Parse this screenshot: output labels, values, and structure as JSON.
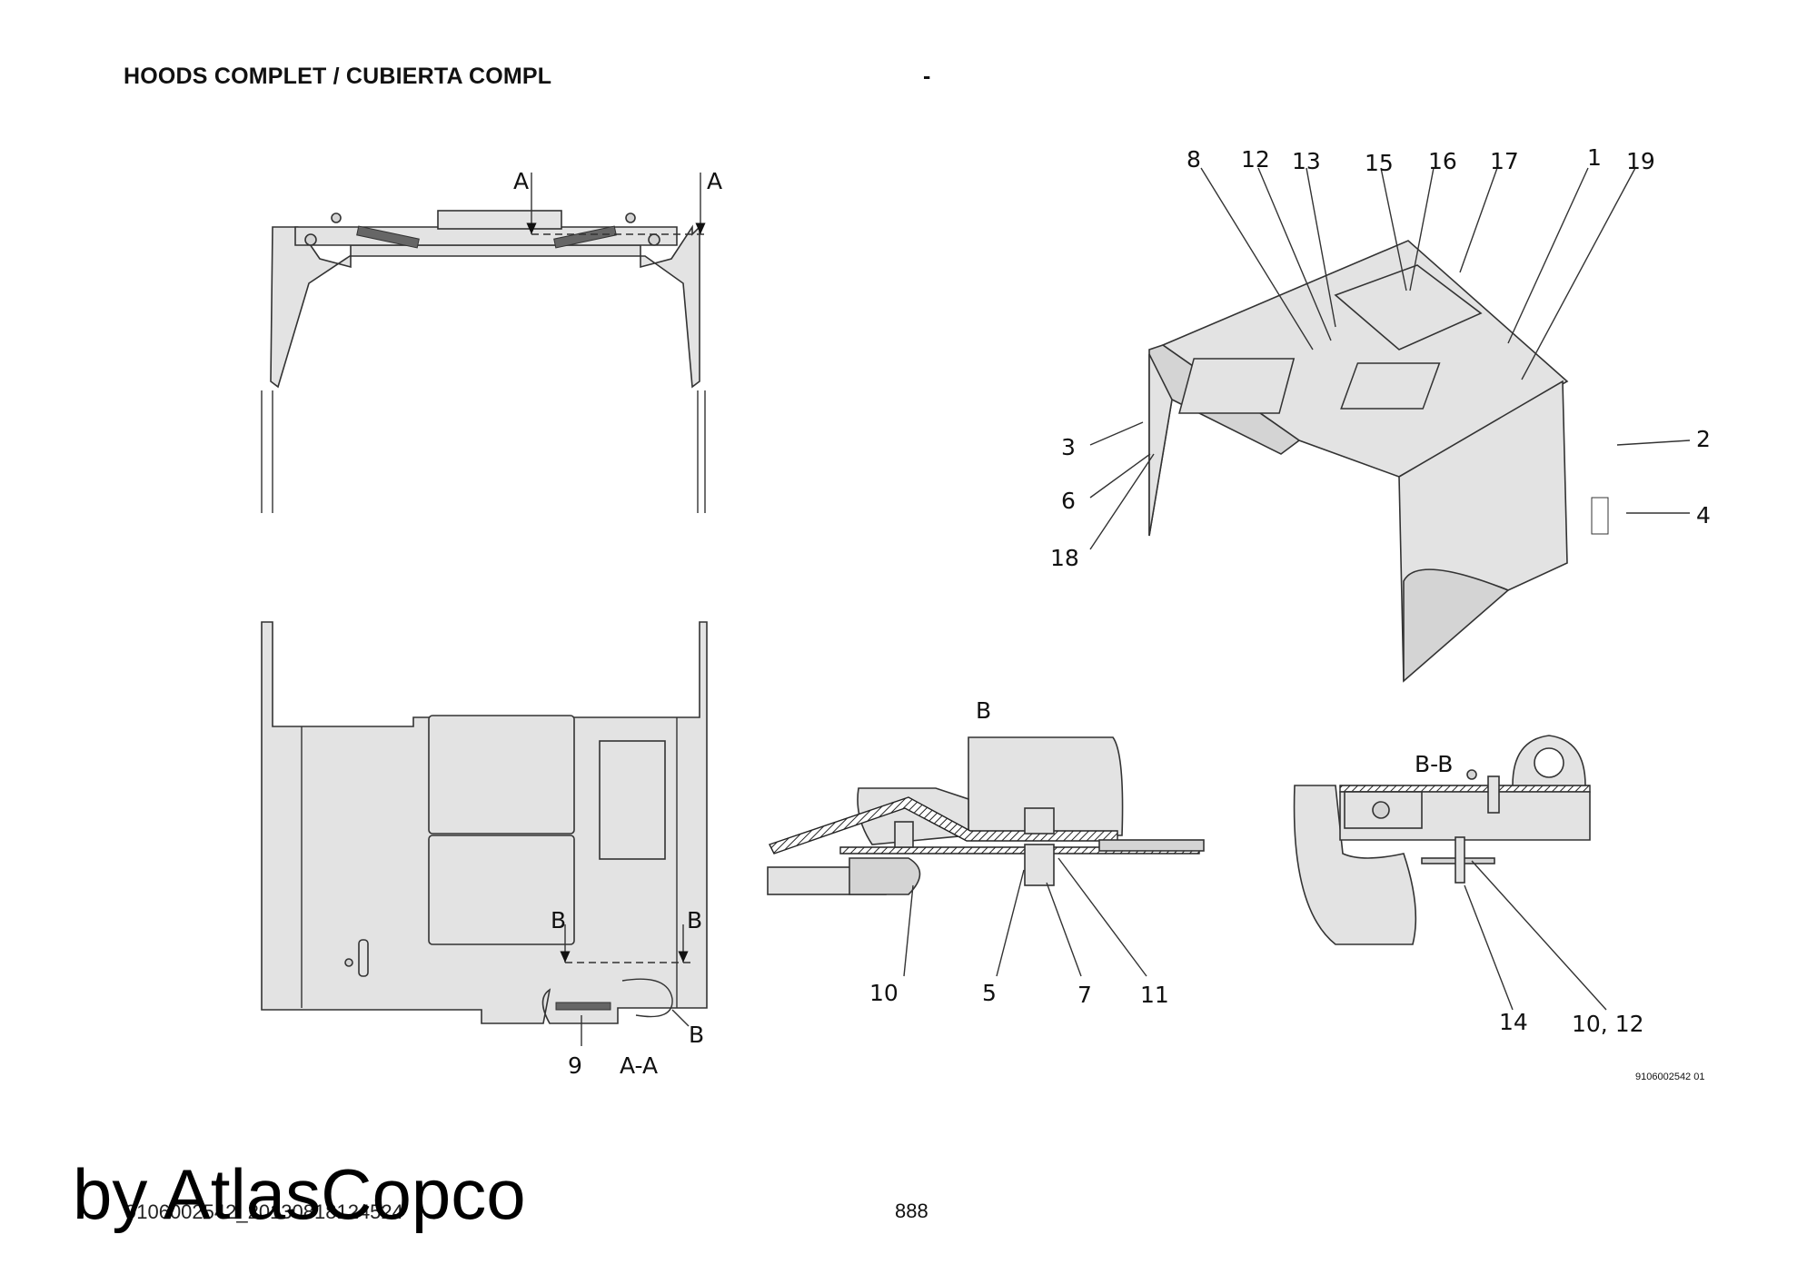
{
  "header": {
    "title": "HOODS COMPLET / CUBIERTA COMPL",
    "dash": "-"
  },
  "views": {
    "section_a": "A",
    "section_b": "B",
    "section_aa": "A-A",
    "section_bb": "B-B"
  },
  "callouts": {
    "c1": "1",
    "c2": "2",
    "c3": "3",
    "c4": "4",
    "c5": "5",
    "c6": "6",
    "c7": "7",
    "c8": "8",
    "c9": "9",
    "c10": "10",
    "c11": "11",
    "c12": "12",
    "c13": "13",
    "c14": "14",
    "c15": "15",
    "c16": "16",
    "c17": "17",
    "c18": "18",
    "c19": "19",
    "c10_12": "10, 12"
  },
  "footer": {
    "doc_ref": "9106002542 01",
    "file_code": "9106002542_20130818124524",
    "watermark": "by AtlasCopco",
    "page_number": "888"
  }
}
